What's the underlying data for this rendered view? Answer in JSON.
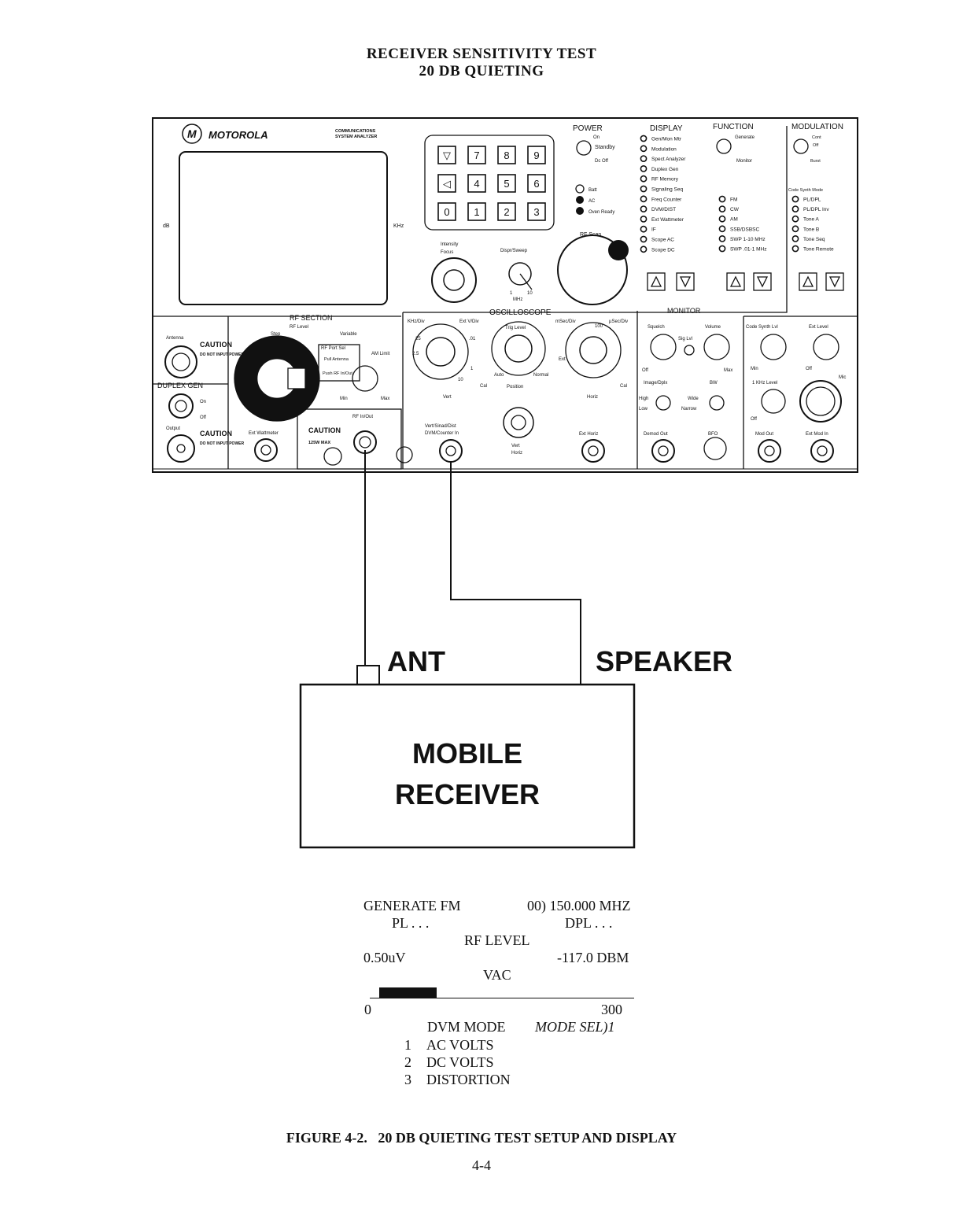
{
  "header": {
    "title_line1": "RECEIVER SENSITIVITY TEST",
    "title_line2": "20 DB QUIETING"
  },
  "analyzer": {
    "brand": "MOTOROLA",
    "subtitle_line1": "COMMUNICATIONS",
    "subtitle_line2": "SYSTEM ANALYZER",
    "screen_left_label": "dB",
    "screen_right_label": "KHz",
    "keypad": [
      "▽",
      "7",
      "8",
      "9",
      "◁",
      "4",
      "5",
      "6",
      "0",
      "1",
      "2",
      "3"
    ],
    "power": {
      "label": "POWER",
      "on": "On",
      "standby": "Standby",
      "dc_off": "Dc Off",
      "batt": "Batt",
      "ac": "AC",
      "oven_ready": "Oven Ready"
    },
    "display": {
      "label": "DISPLAY",
      "items": [
        "Gen/Mon Mtr",
        "Modulation",
        "Spect Analyzer",
        "Duplex Gen",
        "RF Memory",
        "Signaling Seq",
        "Freq Counter",
        "DVM/DIST",
        "Ext Wattmeter",
        "IF",
        "Scope AC",
        "Scope DC"
      ]
    },
    "function": {
      "label": "FUNCTION",
      "generate": "Generate",
      "monitor": "Monitor",
      "items": [
        "FM",
        "CW",
        "AM",
        "SSB/DSBSC",
        "SWP 1-10 MHz",
        "SWP .01-1 MHz"
      ]
    },
    "modulation": {
      "label": "MODULATION",
      "cont": "Cont",
      "off": "Off",
      "burst": "Burst",
      "code_synth_mode": "Code Synth Mode",
      "items": [
        "PL/DPL",
        "PL/DPL Inv",
        "Tone A",
        "Tone B",
        "Tone Seq",
        "Tone Remote"
      ]
    },
    "rf_scan": "RF Scan",
    "intensity": "Intensity",
    "focus": "Focus",
    "dispr_sweep": "Dispr/Sweep",
    "sweep_1": "1",
    "sweep_10": "10",
    "mhz": "MHz",
    "rf_section": {
      "label": "RF SECTION",
      "rf_level": "RF Level",
      "step": "Step",
      "variable": "Variable",
      "rf_port_sel": "RF Port Sel",
      "pull_antenna": "Pull Antenna",
      "push_rf_inout": "Push RF In/Out",
      "am_limit": "AM Limit",
      "min": "Min",
      "max": "Max",
      "rf_inout": "RF In/Out",
      "ext_wattmeter": "Ext Wattmeter",
      "caution": "CAUTION",
      "max_125w": "125W MAX"
    },
    "antenna": "Antenna",
    "caution": "CAUTION",
    "do_not_input_power": "DO NOT INPUT POWER",
    "duplex_gen": "DUPLEX GEN",
    "dup_on": "On",
    "dup_off": "Off",
    "output": "Output",
    "oscilloscope": {
      "label": "OSCILLOSCOPE",
      "khz_div": "KHz/Div",
      "ext_v_div": "Ext V/Div",
      "trig_level": "Trig Level",
      "msec_div": "mSec/Div",
      "usec_div": "µSec/Div",
      "vert": "Vert",
      "cal": "Cal",
      "auto": "Auto",
      "normal": "Normal",
      "position": "Position",
      "ext": "Ext",
      "horiz": "Horiz",
      "vert_sinad": "Vert/Sinad/Dist",
      "dvm_counter_in": "DVM/Counter In",
      "vert_opt": "Vert",
      "horiz_opt": "Horiz",
      "ext_horiz": "Ext Horiz",
      "scale_25": "25",
      "scale_2_5": "2.5",
      "scale_01": ".01",
      "scale_1": "1",
      "scale_10": "10",
      "scale_100": "100"
    },
    "monitor": {
      "label": "MONITOR",
      "squelch": "Squelch",
      "sig_lvl": "Sig Lvl",
      "volume": "Volume",
      "off": "Off",
      "max": "Max",
      "image_dplx": "Image/Dplx",
      "bw": "BW",
      "high": "High",
      "low": "Low",
      "wide": "Wide",
      "narrow": "Narrow",
      "demod_out": "Demod Out",
      "bfo": "BFO"
    },
    "code_synth_lvl": "Code Synth Lvl",
    "ext_level": "Ext Level",
    "min": "Min",
    "off": "Off",
    "khz_level": "1 KHz Level",
    "mic": "Mic",
    "mod_out": "Mod Out",
    "ext_mod_in": "Ext Mod In"
  },
  "receiver": {
    "ant_label": "ANT",
    "speaker_label": "SPEAKER",
    "name_line1": "MOBILE",
    "name_line2": "RECEIVER"
  },
  "display_readout": {
    "generate_fm": "GENERATE FM",
    "frequency": "00) 150.000 MHZ",
    "pl": "PL . . .",
    "dpl": "DPL . . .",
    "rf_level_label": "RF LEVEL",
    "rf_level_uv": "0.50uV",
    "rf_level_dbm": "-117.0 DBM",
    "vac_label": "VAC",
    "vac_fill": 0.25,
    "scale_min": "0",
    "scale_max": "300",
    "dvm_mode": "DVM MODE",
    "mode_sel": "MODE SEL)1",
    "modes": [
      {
        "num": "1",
        "label": "AC VOLTS"
      },
      {
        "num": "2",
        "label": "DC VOLTS"
      },
      {
        "num": "3",
        "label": "DISTORTION"
      }
    ]
  },
  "footer": {
    "caption": "FIGURE 4-2.   20 DB QUIETING TEST SETUP AND DISPLAY",
    "page_number": "4-4"
  }
}
